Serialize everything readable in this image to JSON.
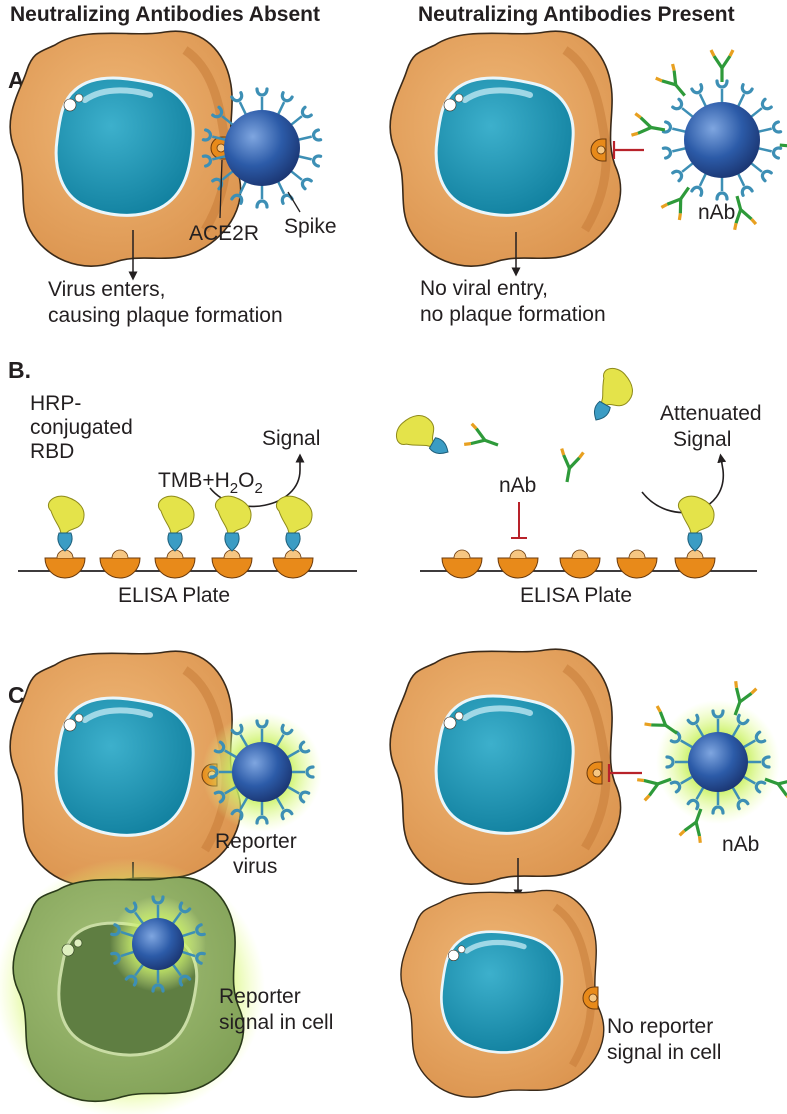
{
  "headers": {
    "left": "Neutralizing Antibodies Absent",
    "right": "Neutralizing Antibodies Present"
  },
  "panels": {
    "a": {
      "label": "A.",
      "ace2r": "ACE2R",
      "spike": "Spike",
      "left_caption": [
        "Virus enters,",
        "causing plaque formation"
      ],
      "right_caption": [
        "No viral entry,",
        "no plaque formation"
      ],
      "nab": "nAb"
    },
    "b": {
      "label": "B.",
      "hrp": [
        "HRP-",
        "conjugated",
        "RBD"
      ],
      "tmb": "TMB+H",
      "tmb_sub1": "2",
      "tmb_mid": "O",
      "tmb_sub2": "2",
      "signal": "Signal",
      "attenuated": [
        "Attenuated",
        "Signal"
      ],
      "nab": "nAb",
      "plate_left": "ELISA Plate",
      "plate_right": "ELISA Plate"
    },
    "c": {
      "label": "C.",
      "reporter_virus": [
        "Reporter",
        "virus"
      ],
      "nab": "nAb",
      "left_caption": [
        "Reporter",
        "signal in cell"
      ],
      "right_caption": [
        "No reporter",
        "signal in cell"
      ]
    }
  },
  "colors": {
    "cell_body": "#e8a866",
    "cell_edge": "#3a2a1a",
    "nucleus": "#1591b0",
    "virus": "#2c5ba8",
    "spike": "#3d8fb5",
    "antibody_green": "#2e9a3a",
    "antibody_orange": "#e8a020",
    "receptor": "#e88a1a",
    "hrp_yellow": "#e4e34a",
    "block_red": "#b8222a",
    "green_glow": "#b6e84a",
    "green_cell": "#8aac5c"
  }
}
